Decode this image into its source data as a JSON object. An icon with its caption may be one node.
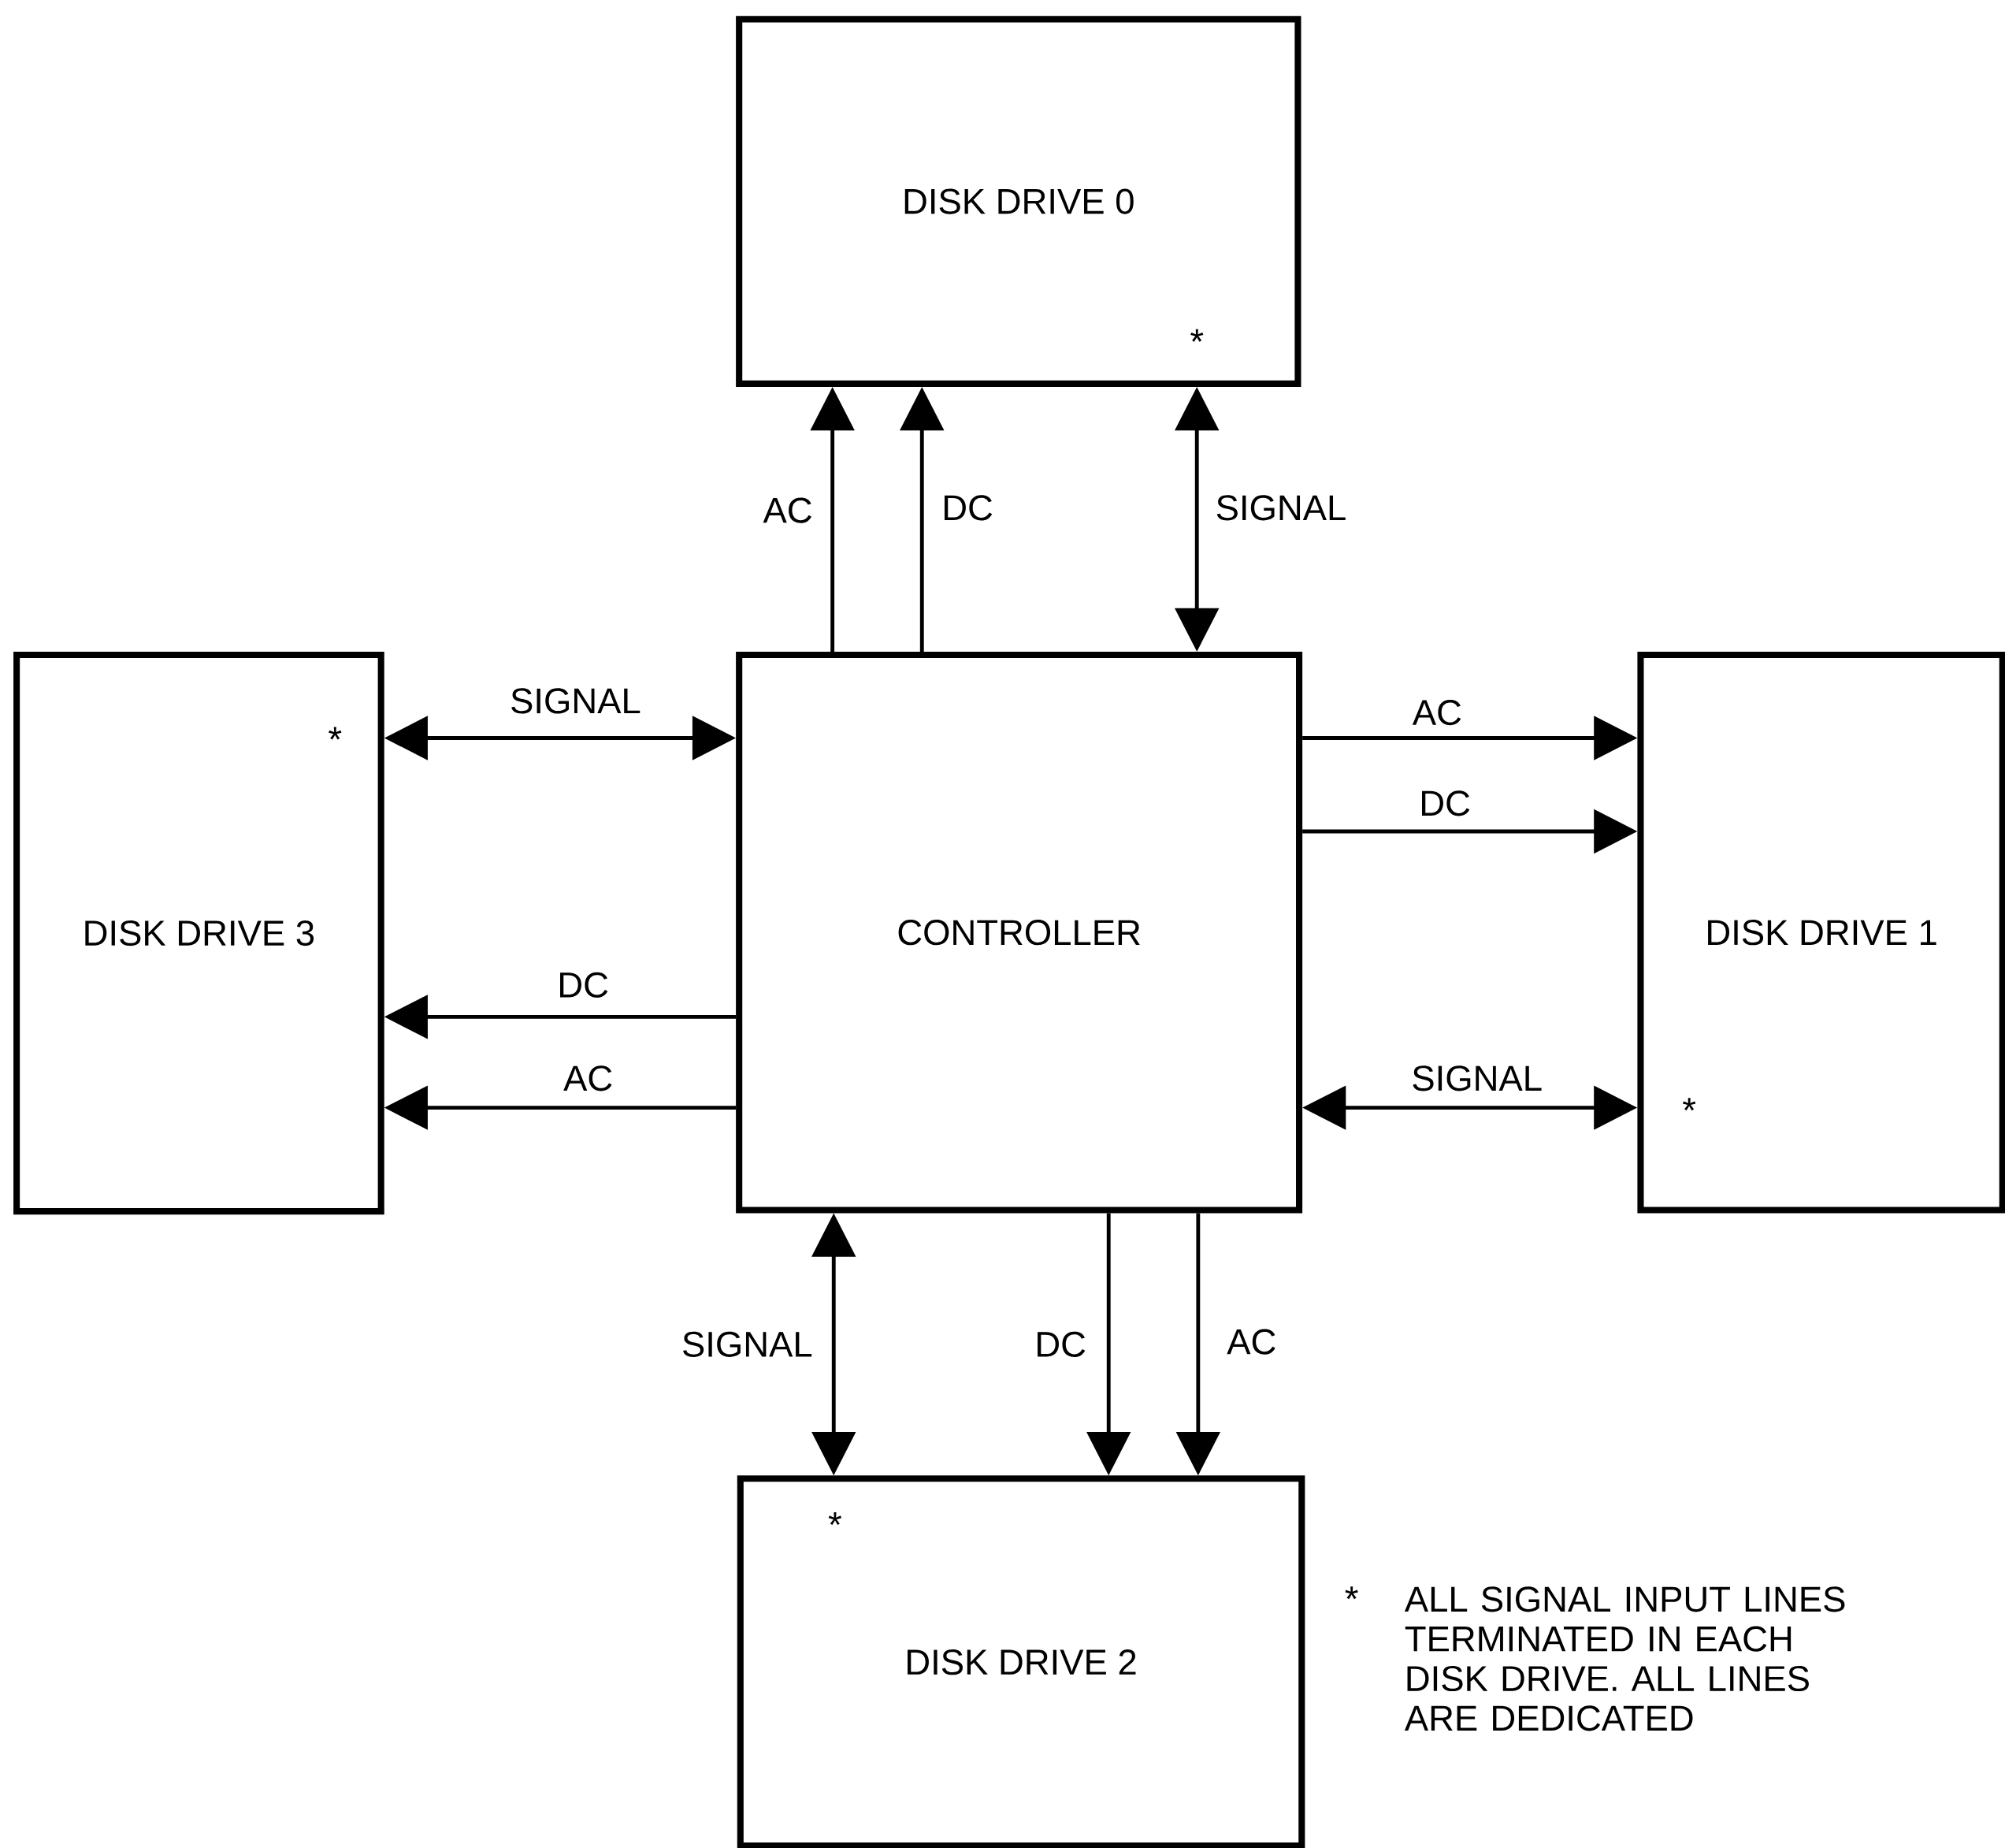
{
  "diagram": {
    "nodes": [
      {
        "text": [
          "DISK DRIVE 0"
        ]
      },
      {
        "text": [
          "DISK DRIVE 3"
        ]
      },
      {
        "text": [
          "CONTROLLER"
        ]
      },
      {
        "text": [
          "DISK DRIVE 1"
        ]
      },
      {
        "text": [
          "DISK DRIVE 2"
        ]
      }
    ],
    "edges": [
      {
        "from": 2,
        "to": 0,
        "arrow": "to",
        "label": "AC"
      },
      {
        "from": 2,
        "to": 0,
        "arrow": "to",
        "label": "DC"
      },
      {
        "from": 2,
        "to": 0,
        "arrow": "both",
        "label": "SIGNAL"
      },
      {
        "from": 1,
        "to": 2,
        "arrow": "both",
        "label": "SIGNAL"
      },
      {
        "from": 2,
        "to": 1,
        "arrow": "to",
        "label": "DC"
      },
      {
        "from": 2,
        "to": 1,
        "arrow": "to",
        "label": "AC"
      },
      {
        "from": 2,
        "to": 3,
        "arrow": "to",
        "label": "AC"
      },
      {
        "from": 2,
        "to": 3,
        "arrow": "to",
        "label": "DC"
      },
      {
        "from": 2,
        "to": 3,
        "arrow": "both",
        "label": "SIGNAL"
      },
      {
        "from": 2,
        "to": 4,
        "arrow": "both",
        "label": "SIGNAL"
      },
      {
        "from": 2,
        "to": 4,
        "arrow": "to",
        "label": "DC"
      },
      {
        "from": 2,
        "to": 4,
        "arrow": "to",
        "label": "AC"
      }
    ],
    "labels": [
      "*",
      "*",
      "*",
      "*",
      "*",
      "ALL SIGNAL INPUT LINES TERMINATED IN EACH DISK DRIVE. ALL LINES ARE DEDICATED"
    ]
  }
}
